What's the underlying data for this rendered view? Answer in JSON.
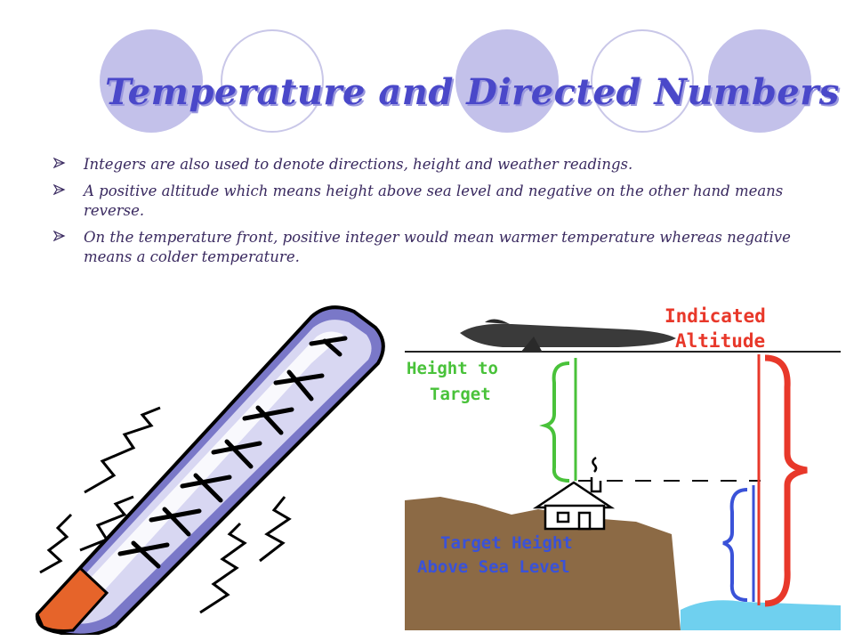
{
  "slide": {
    "title": "Temperature and Directed Numbers",
    "bullets": [
      "Integers are also used to denote directions, height  and weather readings.",
      "A positive altitude which means height above sea level and negative on the other hand means reverse.",
      "On the temperature front, positive integer would mean warmer temperature whereas negative means a colder temperature."
    ]
  },
  "diagram": {
    "indicated_altitude": [
      "Indicated",
      "Altitude"
    ],
    "height_to_target": [
      "Height to",
      "Target"
    ],
    "target_height": [
      "Target Height",
      "Above Sea Level"
    ]
  },
  "colors": {
    "title": "#4a48c9",
    "circle_fill": "#c3c1ea",
    "bullet_text": "#3a2a60",
    "label_red": "#e8382a",
    "label_green": "#49c23a",
    "label_blue": "#3a52d8",
    "ground": "#8c6a45",
    "water": "#6fd0ef"
  },
  "icons": {
    "bullet": "arrowhead-bullet-icon",
    "thermometer": "thermometer-illustration",
    "airplane": "airplane-icon",
    "house": "house-icon"
  }
}
